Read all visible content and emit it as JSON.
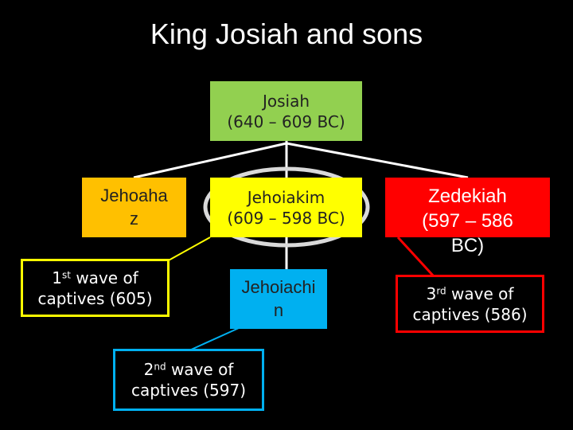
{
  "title": "King Josiah and sons",
  "colors": {
    "background": "#000000",
    "josiah": "#92d050",
    "jehoahaz": "#ffc000",
    "jehoiakim": "#ffff00",
    "zedekiah": "#ff0000",
    "jehoiachin": "#00b0f0",
    "connector": "#ffffff",
    "highlight_ellipse": "#d9d9d9"
  },
  "nodes": {
    "josiah": {
      "line1": "Josiah",
      "line2": "(640 – 609 BC)"
    },
    "jehoahaz": {
      "line1": "Jehoaha",
      "line2": "z"
    },
    "jehoiakim": {
      "line1": "Jehoiakim",
      "line2": "(609 – 598 BC)"
    },
    "zedekiah": {
      "line1": "Zedekiah",
      "line2": "(597 – 586",
      "line3": "BC)"
    },
    "jehoiachin": {
      "line1": "Jehoiachi",
      "line2": "n"
    }
  },
  "waves": {
    "first": {
      "ordinal": "1",
      "suffix": "st",
      "text": " wave of",
      "line2": "captives (605)"
    },
    "second": {
      "ordinal": "2",
      "suffix": "nd",
      "text": " wave of",
      "line2": "captives (597)"
    },
    "third": {
      "ordinal": "3",
      "suffix": "rd",
      "text": " wave of",
      "line2": "captives (586)"
    }
  }
}
